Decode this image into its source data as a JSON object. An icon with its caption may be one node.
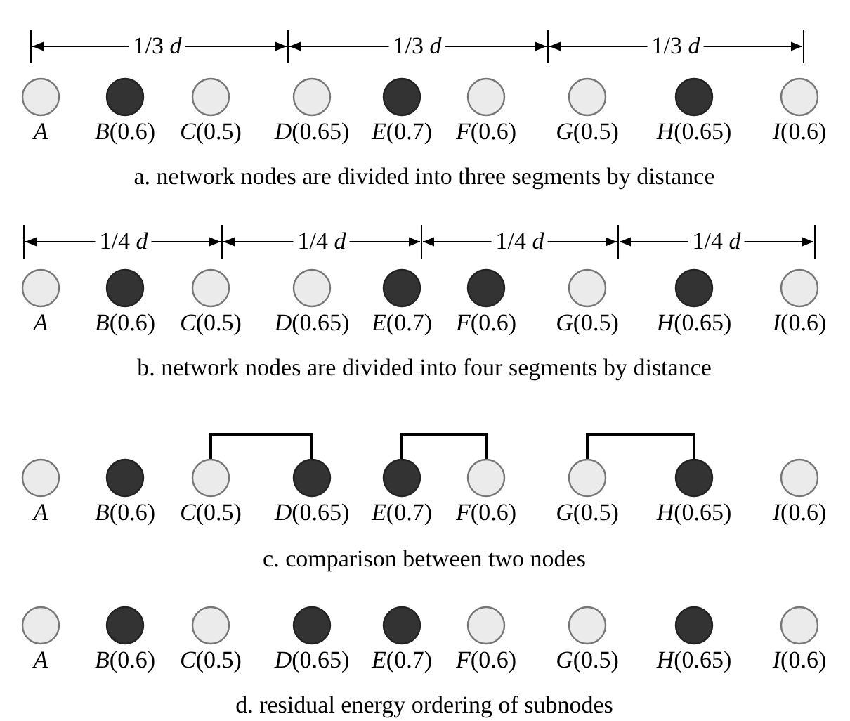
{
  "diagram": {
    "nodes": [
      {
        "text": [
          "*A*"
        ]
      },
      {
        "text": [
          "*B*(0.6)"
        ]
      },
      {
        "text": [
          "*C*(0.5)"
        ]
      },
      {
        "text": [
          "*D*(0.65)"
        ]
      },
      {
        "text": [
          "*E*(0.7)"
        ]
      },
      {
        "text": [
          "*F*(0.6)"
        ]
      },
      {
        "text": [
          "*G*(0.5)"
        ]
      },
      {
        "text": [
          "*H*(0.65)"
        ]
      },
      {
        "text": [
          "*I*(0.6)"
        ]
      },
      {
        "text": [
          "*A*"
        ]
      },
      {
        "text": [
          "*B*(0.6)"
        ]
      },
      {
        "text": [
          "*C*(0.5)"
        ]
      },
      {
        "text": [
          "*D*(0.65)"
        ]
      },
      {
        "text": [
          "*E*(0.7)"
        ]
      },
      {
        "text": [
          "*F*(0.6)"
        ]
      },
      {
        "text": [
          "*G*(0.5)"
        ]
      },
      {
        "text": [
          "*H*(0.65)"
        ]
      },
      {
        "text": [
          "*I*(0.6)"
        ]
      },
      {
        "text": [
          "*A*"
        ]
      },
      {
        "text": [
          "*B*(0.6)"
        ]
      },
      {
        "text": [
          "*C*(0.5)"
        ]
      },
      {
        "text": [
          "*D*(0.65)"
        ]
      },
      {
        "text": [
          "*E*(0.7)"
        ]
      },
      {
        "text": [
          "*F*(0.6)"
        ]
      },
      {
        "text": [
          "*G*(0.5)"
        ]
      },
      {
        "text": [
          "*H*(0.65)"
        ]
      },
      {
        "text": [
          "*I*(0.6)"
        ]
      },
      {
        "text": [
          "*A*"
        ]
      },
      {
        "text": [
          "*B*(0.6)"
        ]
      },
      {
        "text": [
          "*C*(0.5)"
        ]
      },
      {
        "text": [
          "*D*(0.65)"
        ]
      },
      {
        "text": [
          "*E*(0.7)"
        ]
      },
      {
        "text": [
          "*F*(0.6)"
        ]
      },
      {
        "text": [
          "*G*(0.5)"
        ]
      },
      {
        "text": [
          "*H*(0.65)"
        ]
      },
      {
        "text": [
          "*I*(0.6)"
        ]
      }
    ],
    "edges": [
      {
        "from": 20,
        "to": 21,
        "arrow": "none"
      },
      {
        "from": 22,
        "to": 23,
        "arrow": "none"
      },
      {
        "from": 24,
        "to": 25,
        "arrow": "none"
      }
    ],
    "labels": [
      "1/3 *d*",
      "1/3 *d*",
      "1/3 *d*",
      "a. network nodes are divided into three segments by distance",
      "1/4 *d*",
      "1/4 *d*",
      "1/4 *d*",
      "1/4 *d*",
      "b. network nodes are divided into four segments by distance",
      "c. comparison between two nodes",
      "d. residual energy ordering of subnodes"
    ]
  }
}
